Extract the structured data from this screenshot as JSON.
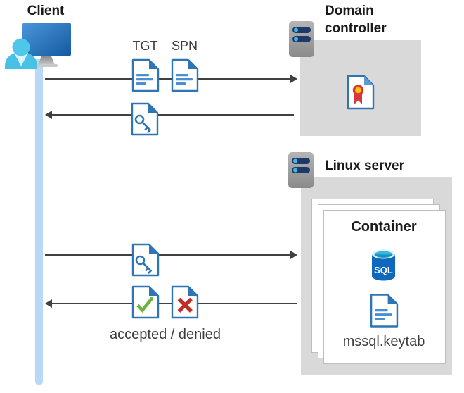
{
  "client": {
    "label": "Client"
  },
  "domain_controller": {
    "label": "Domain controller"
  },
  "linux_server": {
    "label": "Linux server"
  },
  "container": {
    "label": "Container",
    "sql_label": "SQL",
    "keytab_label": "mssql.keytab"
  },
  "flow": {
    "tgt_label": "TGT",
    "spn_label": "SPN",
    "accepted_denied_label": "accepted / denied"
  },
  "icons": {
    "client": "person-at-monitor-icon",
    "server": "server-icon",
    "tgt": "document-icon",
    "spn": "document-icon",
    "service_ticket": "key-document-icon",
    "certificate": "certificate-ribbon-document-icon",
    "sql": "sql-database-cylinder-icon",
    "accepted": "green-check-document-icon",
    "denied": "red-x-document-icon",
    "keytab": "document-icon"
  },
  "colors": {
    "doc_border_blue": "#2e75b6",
    "doc_line_blue": "#4a8fd2",
    "person_cyan": "#47c2e6",
    "lifeline_blue": "#b9d8f6",
    "box_gray": "#d9d9d9",
    "arrow_gray": "#404040",
    "accepted_green": "#6cb33f",
    "denied_red": "#bf2f28",
    "sql_blue": "#0d68be",
    "server_bar_navy": "#1c3968",
    "cert_red": "#d6383c",
    "cert_yellow": "#ffc107"
  }
}
